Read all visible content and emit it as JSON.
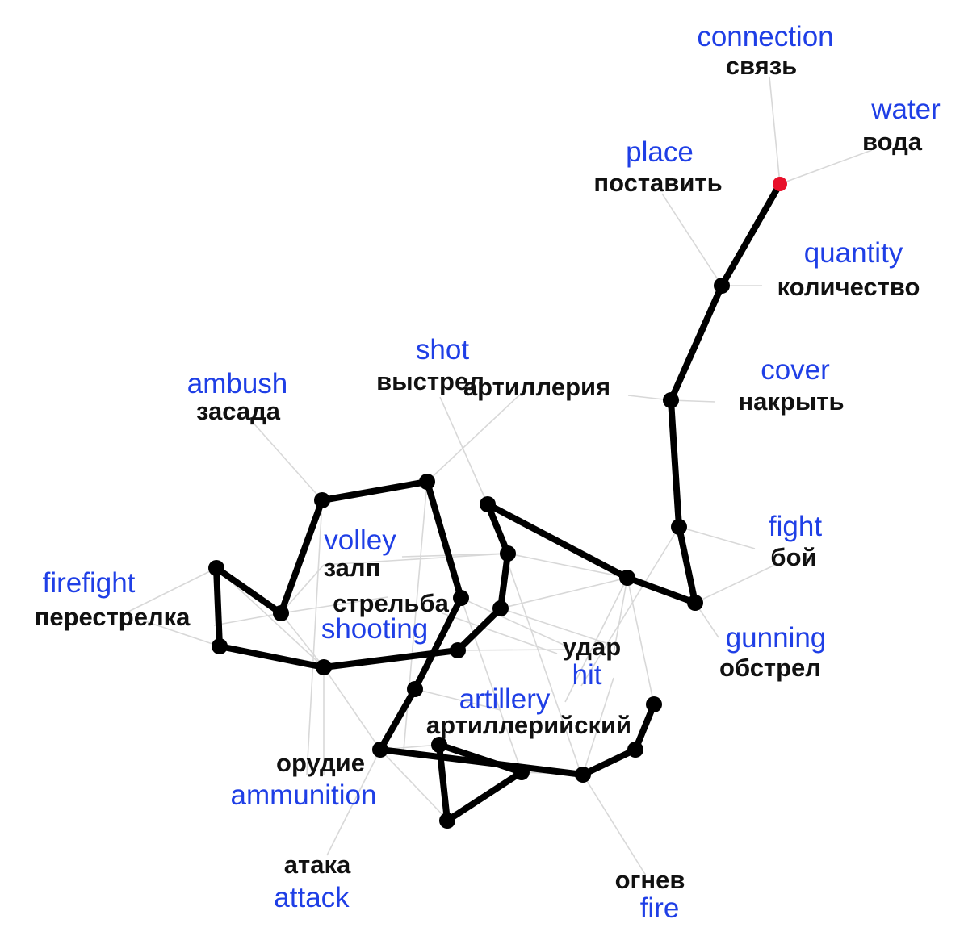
{
  "labels": {
    "connection": {
      "en": "connection",
      "ru": "связь"
    },
    "water": {
      "en": "water",
      "ru": "вода"
    },
    "place": {
      "en": "place",
      "ru": "поставить"
    },
    "quantity": {
      "en": "quantity",
      "ru": "количество"
    },
    "cover": {
      "en": "cover",
      "ru": "накрыть"
    },
    "shot": {
      "en": "shot",
      "ru": "выстрел"
    },
    "artilleria": {
      "ru": "артиллерия"
    },
    "ambush": {
      "en": "ambush",
      "ru": "засада"
    },
    "volley": {
      "en": "volley",
      "ru": "залп"
    },
    "firefight": {
      "en": "firefight",
      "ru": "перестрелка"
    },
    "shooting": {
      "en": "shooting",
      "ru": "стрельба"
    },
    "fight": {
      "en": "fight",
      "ru": "бой"
    },
    "gunning": {
      "en": "gunning",
      "ru": "обстрел"
    },
    "hit": {
      "en": "hit",
      "ru": "удар"
    },
    "artillery": {
      "en": "artillery",
      "ru": "артиллерийский"
    },
    "ammunition": {
      "en": "ammunition",
      "ru": "орудие"
    },
    "attack": {
      "en": "attack",
      "ru": "атака"
    },
    "fire": {
      "en": "fire",
      "ru": "огнев"
    }
  },
  "colors": {
    "english": "#1f3fe6",
    "russian": "#111111",
    "path": "#000000",
    "edge": "#d8d8d8",
    "start_node": "#e8102a",
    "node": "#000000"
  },
  "path_node_count": 25,
  "start_node": "water-connection hub (red)"
}
